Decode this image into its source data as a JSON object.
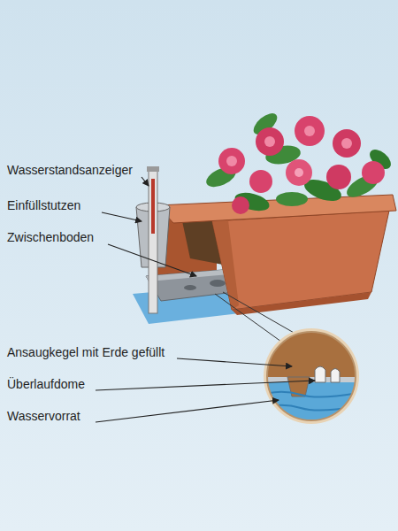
{
  "diagram": {
    "labels": [
      "Wasserstandsanzeiger",
      "Einfüllstutzen",
      "Zwischenboden",
      "Ansaugkegel mit Erde gefüllt",
      "Überlaufdome",
      "Wasservorrat"
    ]
  }
}
